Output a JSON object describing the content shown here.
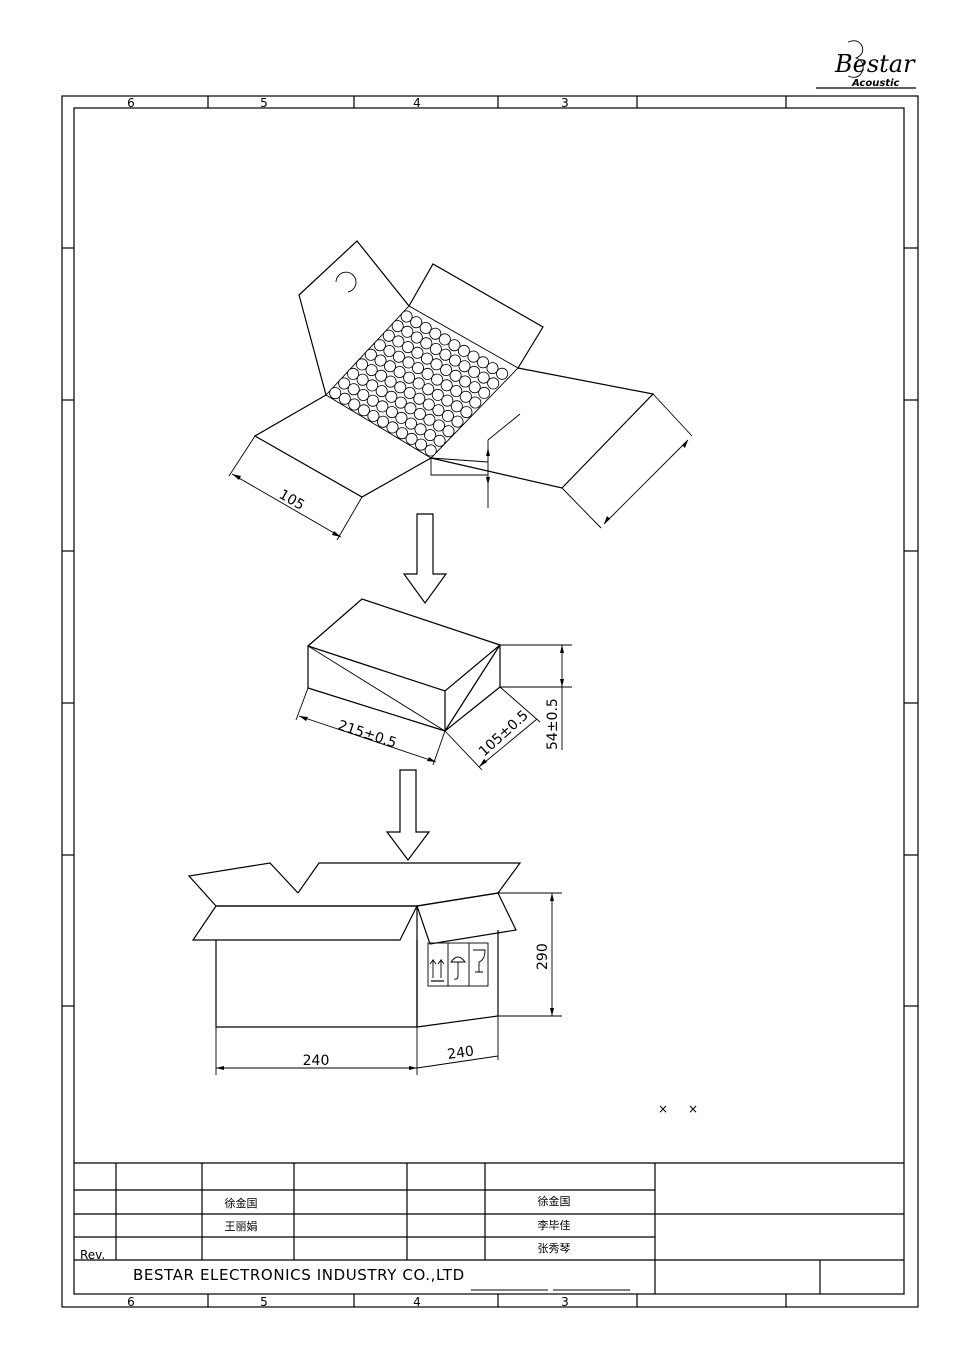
{
  "logo": {
    "brand": "Bestar",
    "sub": "Acoustic"
  },
  "frame": {
    "top_zones": [
      "6",
      "5",
      "4",
      "3"
    ],
    "bottom_zones": [
      "6",
      "5",
      "4",
      "3"
    ]
  },
  "dimensions": {
    "tray_width": "105",
    "box_length": "215±0.5",
    "box_width": "105±0.5",
    "box_height": "54±0.5",
    "carton_width": "240",
    "carton_depth": "240",
    "carton_height": "290"
  },
  "note_marks": [
    "×",
    "×"
  ],
  "title_block": {
    "rev_label": "Rev.",
    "designer_1": "徐金国",
    "designer_2": "王丽娟",
    "checker_1": "徐金国",
    "checker_2": "李毕佳",
    "checker_3": "张秀琴",
    "company": "BESTAR ELECTRONICS INDUSTRY CO.,LTD"
  }
}
